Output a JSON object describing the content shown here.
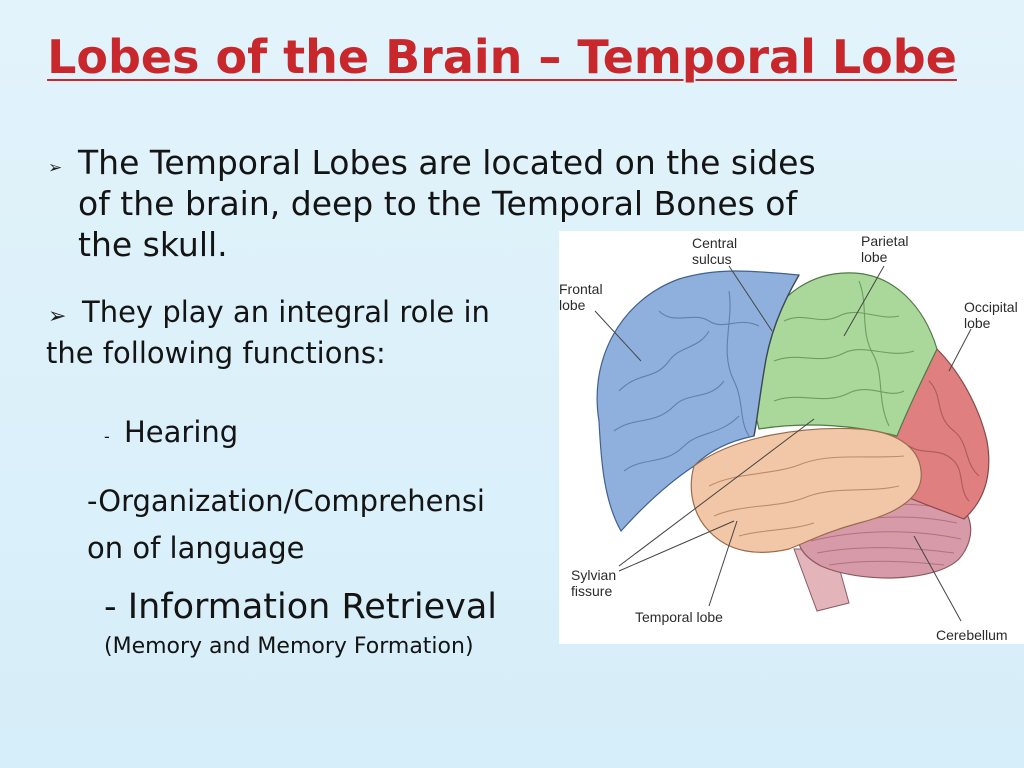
{
  "slide": {
    "title": "Lobes of the Brain – Temporal Lobe",
    "point1_line1": "The Temporal Lobes are located on the sides",
    "point1_line2": "of the brain, deep to the Temporal Bones of",
    "point1_line3": "the skull.",
    "point2_line1": "They play an integral role in",
    "point2_line2": "the following functions:",
    "func_dash": "-",
    "func_hearing": "Hearing",
    "func_org_line1": "-Organization/Comprehensi",
    "func_org_line2": "on of language",
    "func_info": "- Information Retrieval",
    "func_info_note": "(Memory and Memory Formation)",
    "bullet_symbol": "➢"
  },
  "figure": {
    "labels": {
      "central_1": "Central",
      "central_2": "sulcus",
      "parietal_1": "Parietal",
      "parietal_2": "lobe",
      "frontal_1": "Frontal",
      "frontal_2": "lobe",
      "occipital_1": "Occipital",
      "occipital_2": "lobe",
      "sylvian_1": "Sylvian",
      "sylvian_2": "fissure",
      "temporal": "Temporal lobe",
      "cerebellum": "Cerebellum"
    },
    "colors": {
      "frontal": "#8fb0dc",
      "parietal": "#a9d89a",
      "occipital": "#e07f7f",
      "temporal": "#f2c7a8",
      "cerebellum": "#d79aa8",
      "brainstem": "#e3b4ba"
    }
  },
  "colors": {
    "title": "#c8282b",
    "background": "#dff1fa"
  }
}
